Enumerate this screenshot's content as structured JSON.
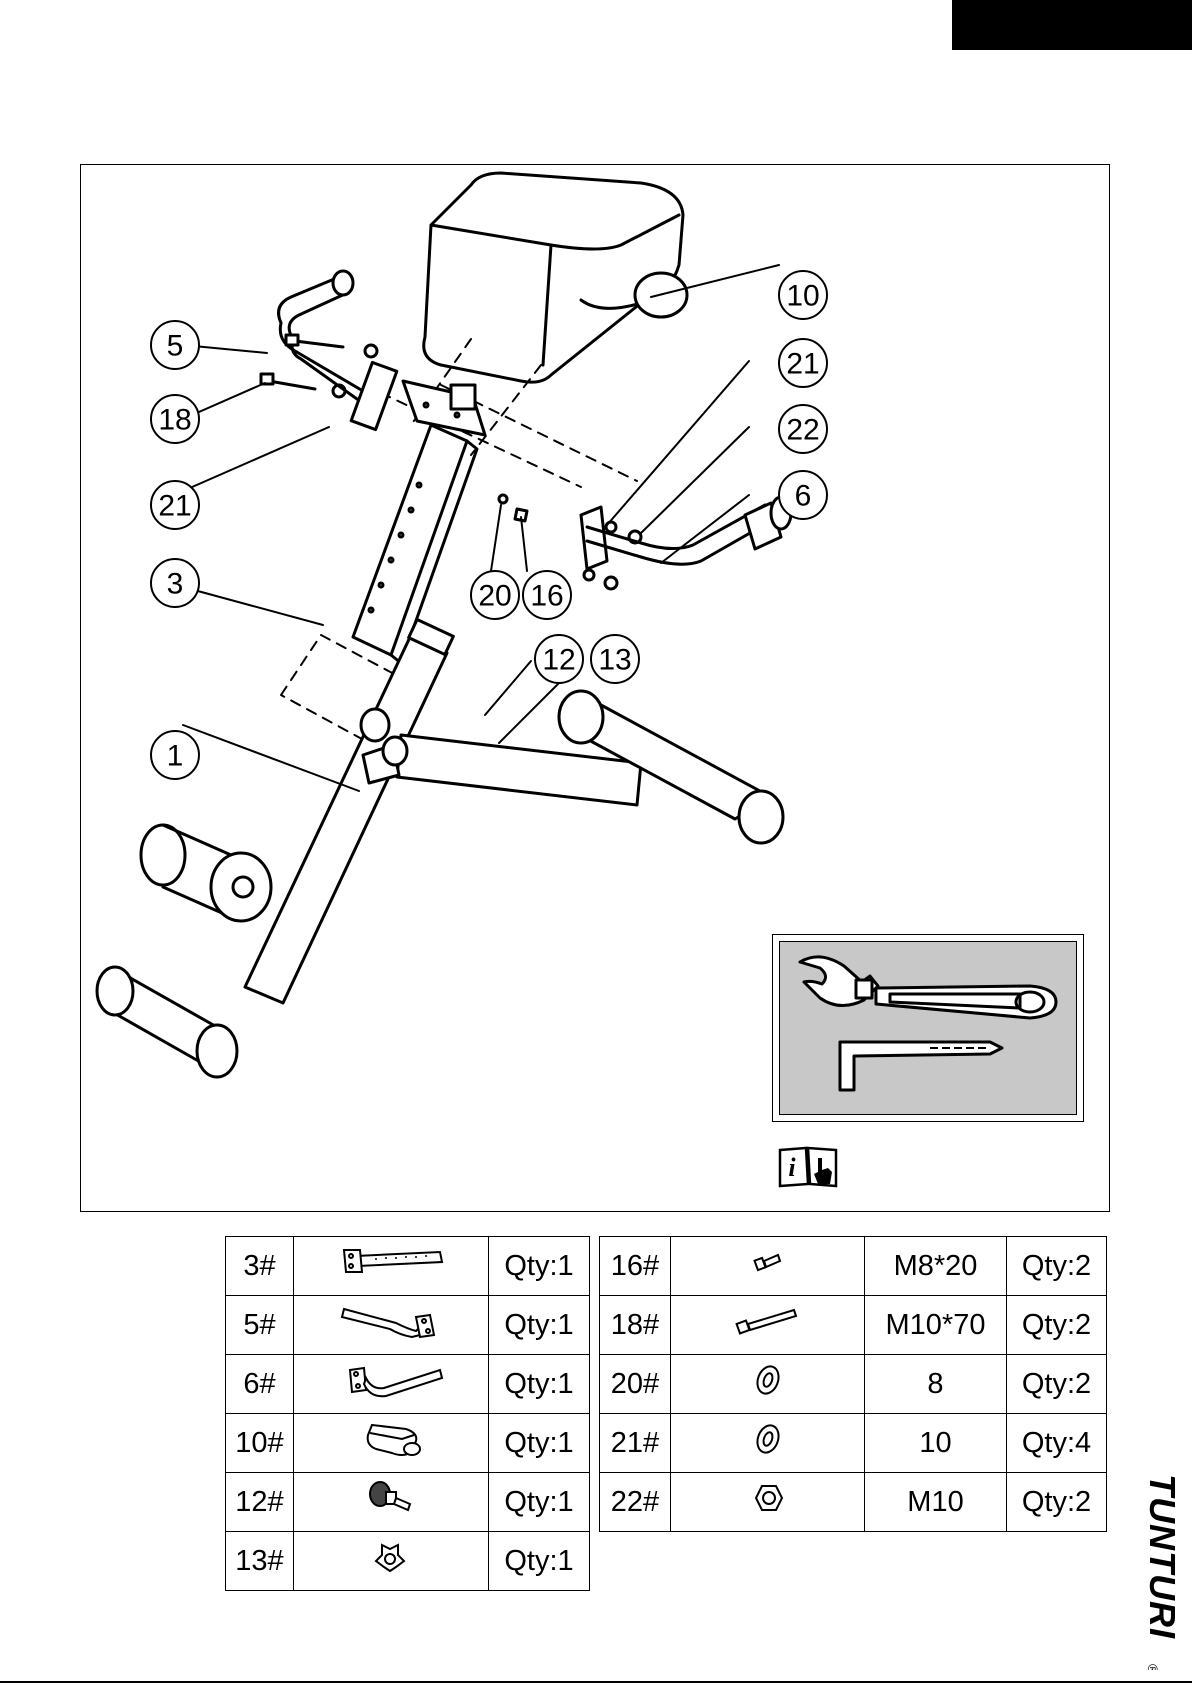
{
  "callouts": [
    "10",
    "5",
    "21",
    "18",
    "22",
    "21",
    "6",
    "3",
    "20",
    "16",
    "12",
    "13",
    "1"
  ],
  "manual_icon_letter": "i",
  "parts_left": [
    {
      "id": "3#",
      "qty": "Qty:1",
      "icon": "upright-tube-icon"
    },
    {
      "id": "5#",
      "qty": "Qty:1",
      "icon": "left-handle-icon"
    },
    {
      "id": "6#",
      "qty": "Qty:1",
      "icon": "right-handle-icon"
    },
    {
      "id": "10#",
      "qty": "Qty:1",
      "icon": "back-pad-icon"
    },
    {
      "id": "12#",
      "qty": "Qty:1",
      "icon": "pop-pin-knob-icon"
    },
    {
      "id": "13#",
      "qty": "Qty:1",
      "icon": "star-knob-icon"
    }
  ],
  "parts_right": [
    {
      "id": "16#",
      "spec": "M8*20",
      "qty": "Qty:2",
      "icon": "short-bolt-icon"
    },
    {
      "id": "18#",
      "spec": "M10*70",
      "qty": "Qty:2",
      "icon": "long-bolt-icon"
    },
    {
      "id": "20#",
      "spec": "8",
      "qty": "Qty:2",
      "icon": "washer-icon"
    },
    {
      "id": "21#",
      "spec": "10",
      "qty": "Qty:4",
      "icon": "washer-icon"
    },
    {
      "id": "22#",
      "spec": "M10",
      "qty": "Qty:2",
      "icon": "nut-icon"
    }
  ],
  "brand": {
    "name": "TUNTURI",
    "mark": "®"
  }
}
